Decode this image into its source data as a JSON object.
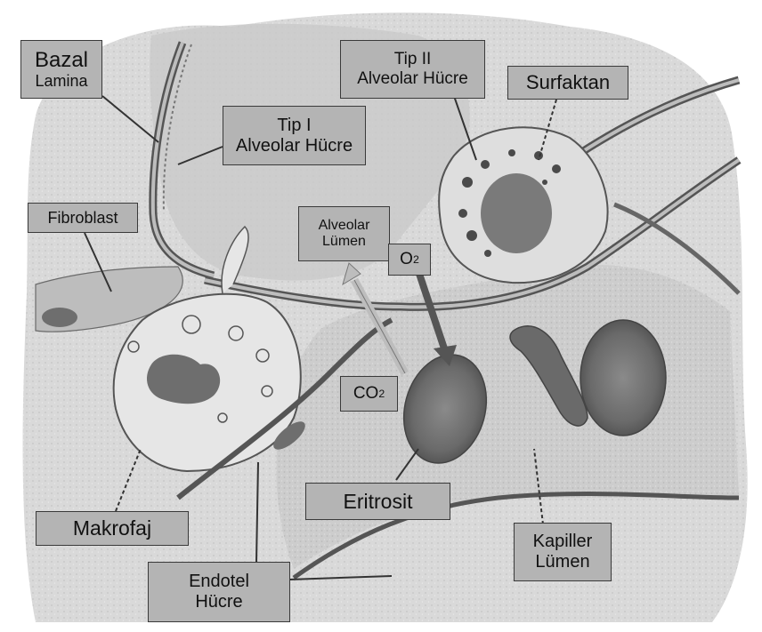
{
  "labels": {
    "bazal_lamina": [
      "Bazal",
      "Lamina"
    ],
    "tip1": [
      "Tip I",
      "Alveolar Hücre"
    ],
    "tip2": [
      "Tip II",
      "Alveolar Hücre"
    ],
    "surfaktan": "Surfaktan",
    "fibroblast": "Fibroblast",
    "alveolar_lumen": [
      "Alveolar",
      "Lümen"
    ],
    "o2": {
      "base": "O",
      "sub": "2"
    },
    "co2": {
      "base": "CO",
      "sub": "2"
    },
    "eritrosit": "Eritrosit",
    "makrofaj": "Makrofaj",
    "endotel": [
      "Endotel",
      "Hücre"
    ],
    "kapiller": [
      "Kapiller",
      "Lümen"
    ]
  },
  "colors": {
    "label_fill": "#b4b4b4",
    "label_border": "#3a3a3a",
    "tissue_light": "#e3e3e3",
    "tissue_mid": "#cfcfcf",
    "cell_dark": "#6e6e6e",
    "membrane": "#555555"
  }
}
